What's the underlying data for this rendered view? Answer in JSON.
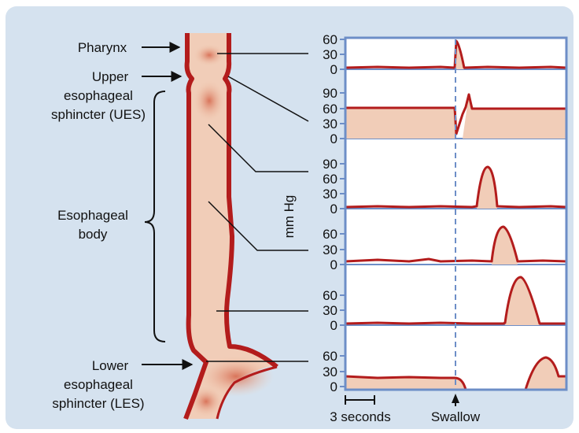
{
  "labels": {
    "pharynx": "Pharynx",
    "ues": [
      "Upper",
      "esophageal",
      "sphincter (UES)"
    ],
    "body": [
      "Esophageal",
      "body"
    ],
    "les": [
      "Lower",
      "esophageal",
      "sphincter (LES)"
    ],
    "y_unit": "mm Hg",
    "time_scale": "3 seconds",
    "swallow": "Swallow"
  },
  "tracks": [
    {
      "ticks": [
        "60",
        "30",
        "0"
      ]
    },
    {
      "ticks": [
        "90",
        "60",
        "30",
        "0"
      ]
    },
    {
      "ticks": [
        "90",
        "60",
        "30",
        "0"
      ]
    },
    {
      "ticks": [
        "60",
        "30",
        "0"
      ]
    },
    {
      "ticks": [
        "60",
        "30",
        "0"
      ]
    },
    {
      "ticks": [
        "60",
        "30",
        "0"
      ]
    }
  ],
  "colors": {
    "panel_bg": "#d5e2ef",
    "chart_border": "#6d8ec7",
    "trace": "#b31c1c",
    "fill": "#f1cdb8",
    "swallow_line": "#6d8ec7"
  }
}
